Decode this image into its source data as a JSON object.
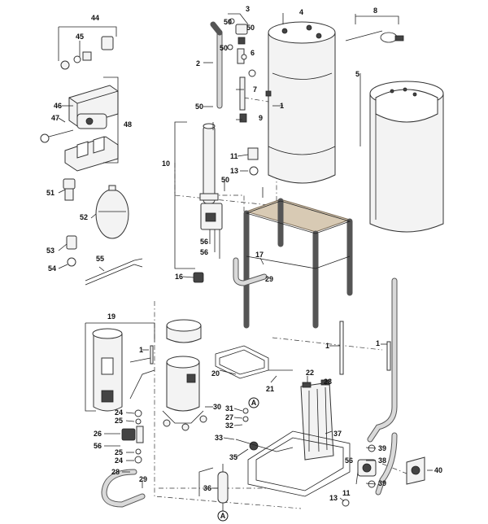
{
  "labels": {
    "l1a": "1",
    "l1b": "1",
    "l1c": "1",
    "l1d": "1",
    "l2": "2",
    "l3": "3",
    "l4": "4",
    "l5": "5",
    "l6": "6",
    "l7": "7",
    "l8": "8",
    "l9": "9",
    "l10": "10",
    "l11a": "11",
    "l11b": "11",
    "l13a": "13",
    "l13b": "13",
    "l16": "16",
    "l17": "17",
    "l19": "19",
    "l20": "20",
    "l21": "21",
    "l22": "22",
    "l23": "23",
    "l24a": "24",
    "l24b": "24",
    "l25a": "25",
    "l25b": "25",
    "l26": "26",
    "l27": "27",
    "l28": "28",
    "l29a": "29",
    "l29b": "29",
    "l30": "30",
    "l31": "31",
    "l32": "32",
    "l33": "33",
    "l35": "35",
    "l36": "36",
    "l37": "37",
    "l38": "38",
    "l39a": "39",
    "l39b": "39",
    "l40": "40",
    "l44": "44",
    "l45": "45",
    "l46": "46",
    "l47": "47",
    "l48": "48",
    "l50a": "50",
    "l50b": "50",
    "l50c": "50",
    "l50d": "50",
    "l50e": "50",
    "l51": "51",
    "l52": "52",
    "l53": "53",
    "l54": "54",
    "l55": "55",
    "l56a": "56",
    "l56b": "56",
    "l56c": "56",
    "l56d": "56"
  },
  "connectors": {
    "a1": "A",
    "a2": "A"
  }
}
